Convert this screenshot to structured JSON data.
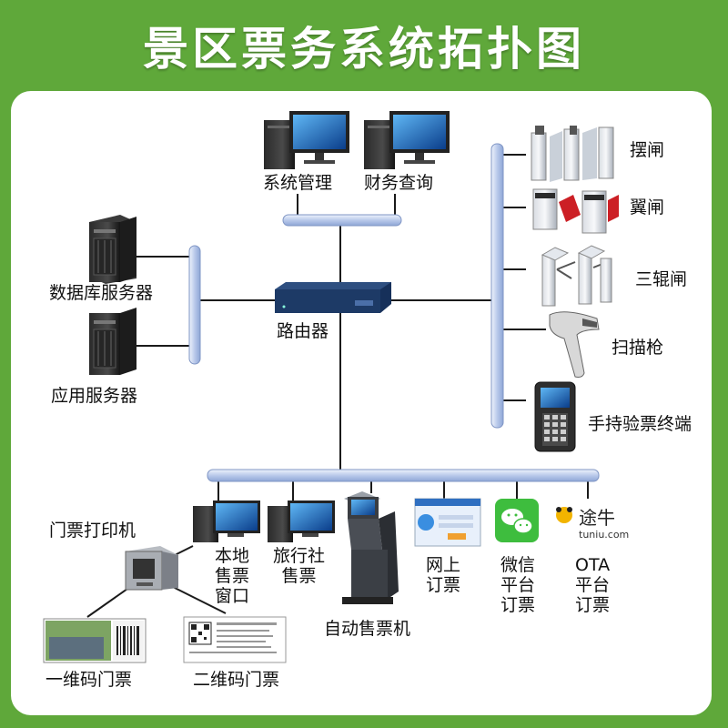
{
  "title": "景区票务系统拓扑图",
  "nodes": {
    "system_mgmt": "系统管理",
    "finance_query": "财务查询",
    "db_server": "数据库服务器",
    "app_server": "应用服务器",
    "router": "路由器",
    "swing_gate": "摆闸",
    "wing_gate": "翼闸",
    "tripod_gate": "三辊闸",
    "scanner": "扫描枪",
    "handheld": "手持验票终端",
    "ticket_printer": "门票打印机",
    "local_window": [
      "本地",
      "售票",
      "窗口"
    ],
    "travel_agency": [
      "旅行社",
      "售票"
    ],
    "kiosk": "自动售票机",
    "online": [
      "网上",
      "订票"
    ],
    "wechat": [
      "微信",
      "平台",
      "订票"
    ],
    "ota": [
      "OTA",
      "平台",
      "订票"
    ],
    "barcode_1d": "一维码门票",
    "barcode_2d": "二维码门票",
    "tuniu_cn": "途牛",
    "tuniu_en": "tuniu.com"
  },
  "colors": {
    "background": "#5fa83a",
    "bus": "#c9d7f0",
    "line": "#1a1a1a"
  }
}
